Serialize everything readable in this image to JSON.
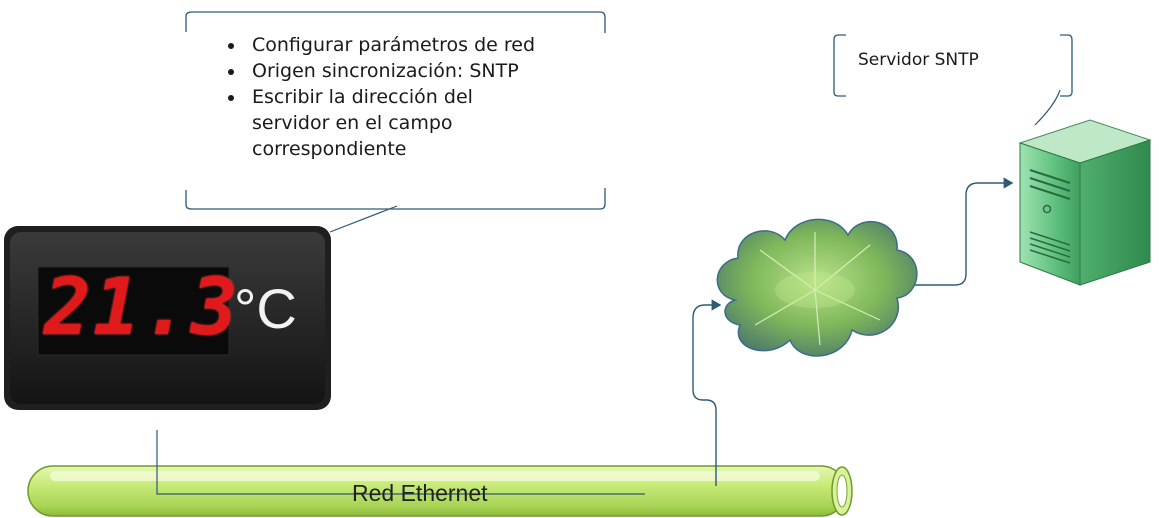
{
  "callout": {
    "items": [
      "Configurar parámetros de red",
      "Origen sincronización: SNTP",
      "Escribir la dirección del servidor en el campo correspondiente"
    ]
  },
  "display": {
    "digits": "21.3",
    "unit": "°C"
  },
  "server": {
    "label": "Servidor SNTP"
  },
  "network": {
    "label": "Red Ethernet"
  },
  "colors": {
    "connector": "#2e5a77",
    "pipe": "#c6ea7a",
    "led": "#e01a1a",
    "server_body": "#6fcf8d"
  }
}
